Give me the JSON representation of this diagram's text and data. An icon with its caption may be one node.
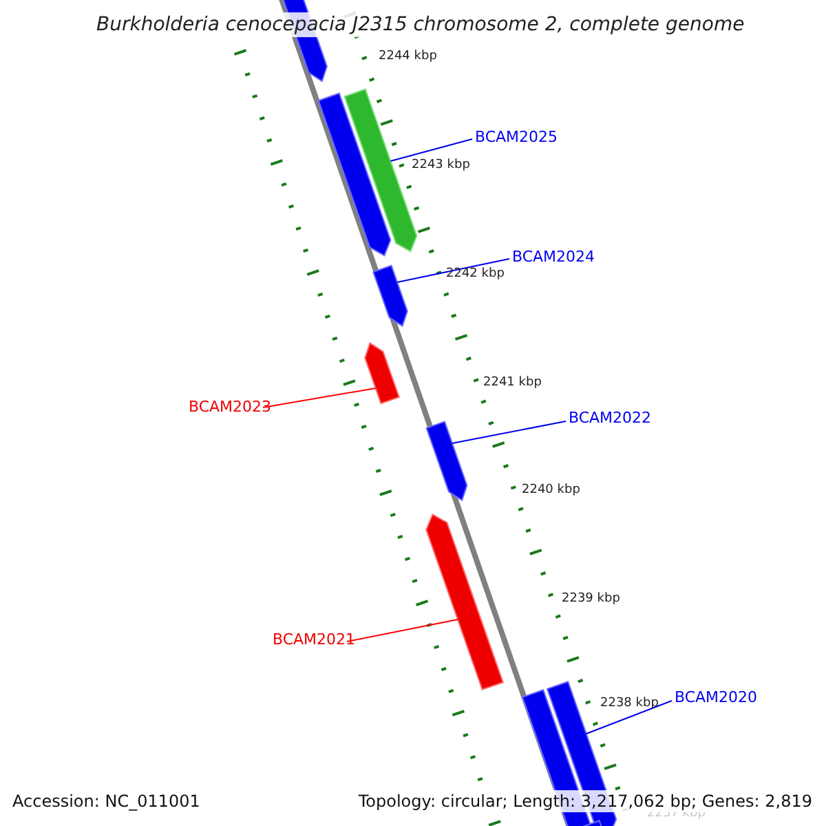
{
  "diagram": {
    "title": "Burkholderia cenocepacia J2315 chromosome 2, complete genome",
    "nodes": [
      {
        "text": [
          "BCAM2025"
        ]
      },
      {
        "text": [
          "BCAM2024"
        ]
      },
      {
        "text": [
          "BCAM2023"
        ]
      },
      {
        "text": [
          "BCAM2022"
        ]
      },
      {
        "text": [
          "BCAM2021"
        ]
      },
      {
        "text": [
          "BCAM2020"
        ]
      },
      {
        "text": [],
        "shape": "arrow"
      },
      {
        "text": [],
        "shape": "arrow"
      },
      {
        "text": [],
        "shape": "arrow"
      },
      {
        "text": [],
        "shape": "arrow"
      },
      {
        "text": [],
        "shape": "arrow"
      },
      {
        "text": [],
        "shape": "arrow"
      },
      {
        "text": [],
        "shape": "arrow"
      },
      {
        "text": [],
        "shape": "arrow"
      },
      {
        "text": [],
        "shape": "arrow"
      },
      {
        "text": [],
        "shape": "arrow"
      }
    ],
    "edges": [
      {
        "from": 0,
        "to": 6,
        "arrow": "none"
      },
      {
        "from": 1,
        "to": 7,
        "arrow": "none"
      },
      {
        "from": 2,
        "to": 8,
        "arrow": "none",
        "color": "#ff0000"
      },
      {
        "from": 3,
        "to": 9,
        "arrow": "none"
      },
      {
        "from": 4,
        "to": 10,
        "arrow": "none",
        "color": "#ff0000"
      },
      {
        "from": 5,
        "to": 11,
        "arrow": "none"
      }
    ],
    "labels": [
      "2244 kbp",
      "2243 kbp",
      "2242 kbp",
      "2241 kbp",
      "2240 kbp",
      "2239 kbp",
      "2238 kbp",
      "2237 kbp",
      "Accession: NC_011001",
      "Topology: circular; Length: 3,217,062 bp; Genes: 2,819"
    ]
  }
}
